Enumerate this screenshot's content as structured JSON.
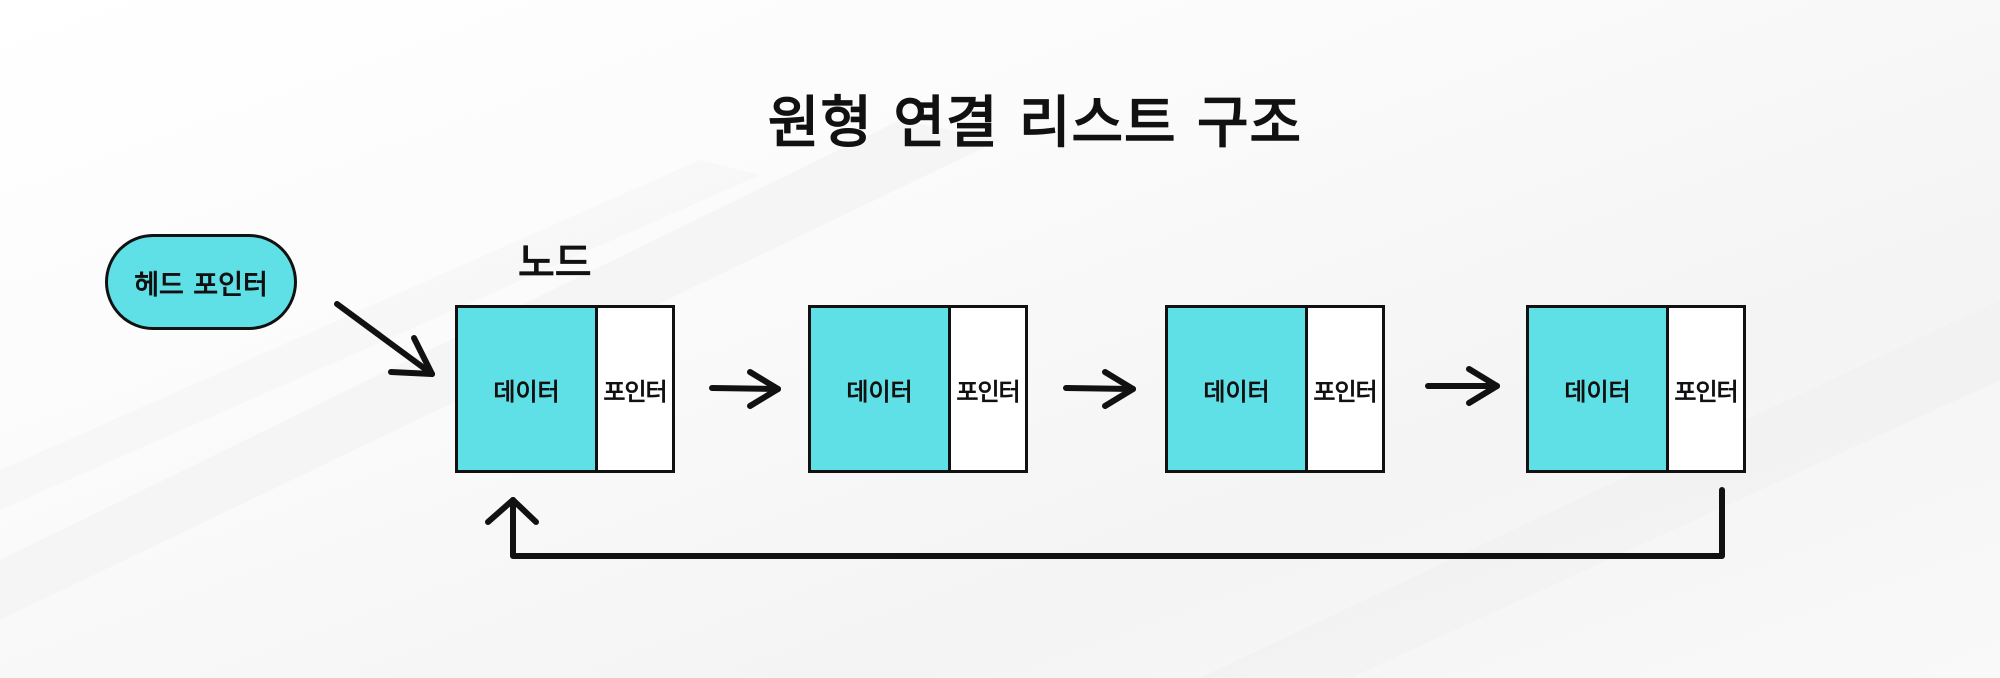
{
  "diagram": {
    "title": "원형 연결 리스트 구조",
    "node_label": "노드",
    "head_pointer_label": "헤드 포인터",
    "nodes": [
      {
        "data_label": "데이터",
        "pointer_label": "포인터"
      },
      {
        "data_label": "데이터",
        "pointer_label": "포인터"
      },
      {
        "data_label": "데이터",
        "pointer_label": "포인터"
      },
      {
        "data_label": "데이터",
        "pointer_label": "포인터"
      }
    ],
    "colors": {
      "node_fill": "#5ee0e6",
      "stroke": "#111111",
      "pointer_fill": "#ffffff"
    }
  }
}
